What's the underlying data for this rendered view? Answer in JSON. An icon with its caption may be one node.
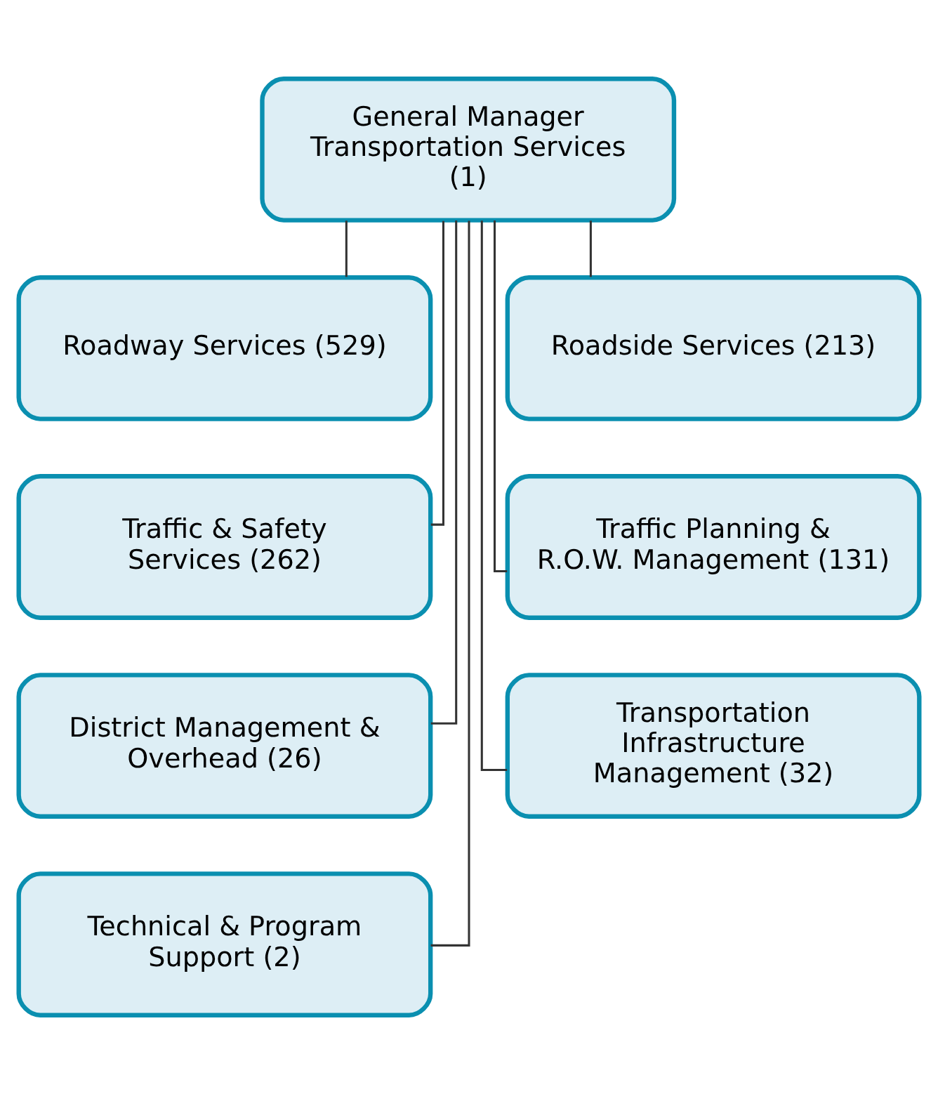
{
  "diagram": {
    "nodes": [
      {
        "text": [
          "General Manager Transportation Services (1)"
        ]
      },
      {
        "text": [
          "Roadway Services (529)"
        ]
      },
      {
        "text": [
          "Roadside Services (213)"
        ]
      },
      {
        "text": [
          "Traffic & Safety Services (262)"
        ]
      },
      {
        "text": [
          "Traffic Planning & R.O.W. Management (131)"
        ]
      },
      {
        "text": [
          "District Management & Overhead (26)"
        ]
      },
      {
        "text": [
          "Transportation Infrastructure Management (32)"
        ]
      },
      {
        "text": [
          "Technical & Program Support (2)"
        ]
      }
    ],
    "edges": [
      {
        "from": 0,
        "to": 1,
        "arrow": "none"
      },
      {
        "from": 0,
        "to": 2,
        "arrow": "none"
      },
      {
        "from": 0,
        "to": 3,
        "arrow": "none"
      },
      {
        "from": 0,
        "to": 4,
        "arrow": "none"
      },
      {
        "from": 0,
        "to": 5,
        "arrow": "none"
      },
      {
        "from": 0,
        "to": 6,
        "arrow": "none"
      },
      {
        "from": 0,
        "to": 7,
        "arrow": "none"
      }
    ]
  }
}
